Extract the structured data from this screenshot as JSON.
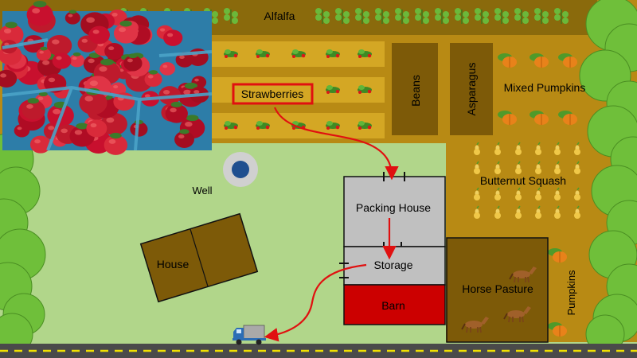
{
  "colors": {
    "grass": "#b1d68a",
    "field_dark": "#8a6a0c",
    "field_gold": "#b88a14",
    "row_gold": "#d4a724",
    "building_gray": "#c0c0c0",
    "building_brown": "#7d5a08",
    "barn_red": "#cc0000",
    "road": "#4a4a4a",
    "road_dash": "#f0e000",
    "path_red": "#e01010",
    "tree": "#6fbf3a"
  },
  "labels": {
    "alfalfa": "Alfalfa",
    "strawberries": "Strawberries",
    "beans": "Beans",
    "asparagus": "Asparagus",
    "mixed_pumpkins": "Mixed Pumpkins",
    "butternut_squash": "Butternut Squash",
    "well": "Well",
    "house": "House",
    "packing_house": "Packing House",
    "storage": "Storage",
    "barn": "Barn",
    "horse_pasture": "Horse Pasture",
    "pumpkins": "Pumpkins"
  },
  "icons": {
    "strawberry_photo": "strawberry-photo",
    "truck": "delivery-truck-icon",
    "horse": "horse-icon",
    "pumpkin": "pumpkin-icon",
    "squash": "butternut-squash-icon",
    "plant": "plant-icon",
    "tree": "tree-icon",
    "well": "well-icon"
  }
}
